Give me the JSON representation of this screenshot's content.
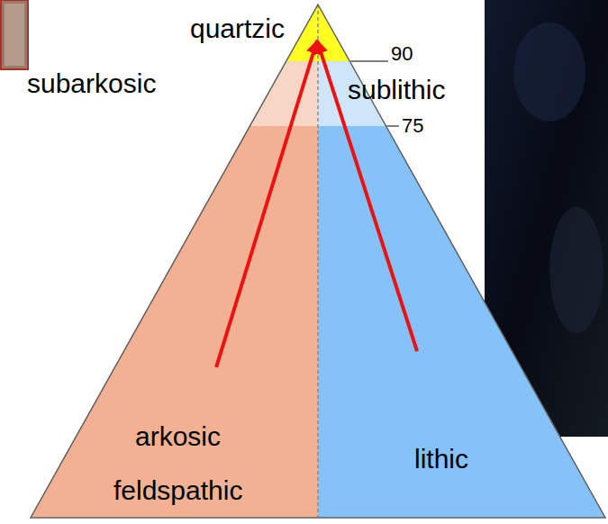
{
  "diagram": {
    "nodes": [
      {
        "text": [
          "quartzic"
        ]
      },
      {
        "text": [
          "subarkosic"
        ]
      },
      {
        "text": [
          "sublithic"
        ]
      },
      {
        "text": [
          "arkosic",
          "feldspathic"
        ]
      },
      {
        "text": [
          "lithic"
        ]
      }
    ],
    "edges": [
      {
        "from": 3,
        "to": 0,
        "arrow": "to"
      },
      {
        "from": 4,
        "to": 0,
        "arrow": "to"
      }
    ],
    "labels": [
      "90",
      "75"
    ]
  }
}
